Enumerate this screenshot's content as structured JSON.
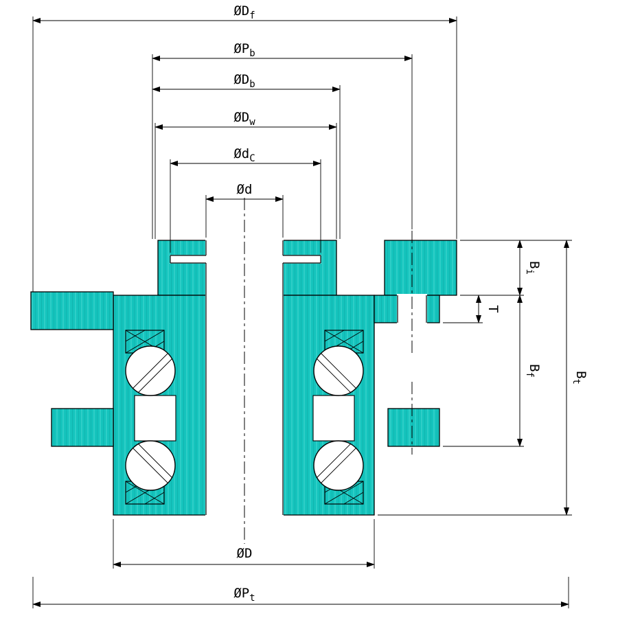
{
  "diagram": {
    "colors": {
      "section_fill": "#15c4bd",
      "section_streak_light": "#3ed5ce",
      "section_streak_dark": "#0fb2ac",
      "outline": "#000000",
      "background": "#ffffff"
    },
    "dims": {
      "df": {
        "base": "ØD",
        "sub": "f"
      },
      "pb": {
        "base": "ØP",
        "sub": "b"
      },
      "db": {
        "base": "ØD",
        "sub": "b"
      },
      "dw": {
        "base": "ØD",
        "sub": "w"
      },
      "dc": {
        "base": "Ød",
        "sub": "C"
      },
      "d": {
        "base": "Ød",
        "sub": ""
      },
      "D": {
        "base": "ØD",
        "sub": ""
      },
      "pt": {
        "base": "ØP",
        "sub": "t"
      },
      "bi": {
        "base": "B",
        "sub": "i"
      },
      "t": {
        "base": "T",
        "sub": ""
      },
      "bf": {
        "base": "B",
        "sub": "f"
      },
      "bt": {
        "base": "B",
        "sub": "t"
      }
    }
  }
}
